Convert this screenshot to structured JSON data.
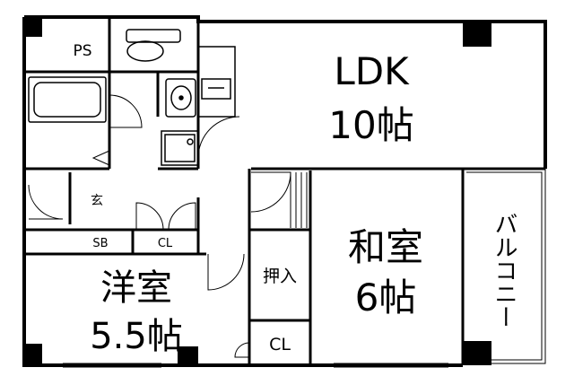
{
  "rooms": {
    "ldk": {
      "name": "LDK",
      "size": "10帖"
    },
    "washitsu": {
      "name": "和室",
      "size": "6帖"
    },
    "youshitsu": {
      "name": "洋室",
      "size": "5.5帖"
    },
    "oshiire": "押入",
    "closet_small": "CL",
    "closet_western": "CL",
    "shoe_box": "SB",
    "entrance": "玄",
    "pipe_space": "PS",
    "balcony": "バルコニー"
  }
}
